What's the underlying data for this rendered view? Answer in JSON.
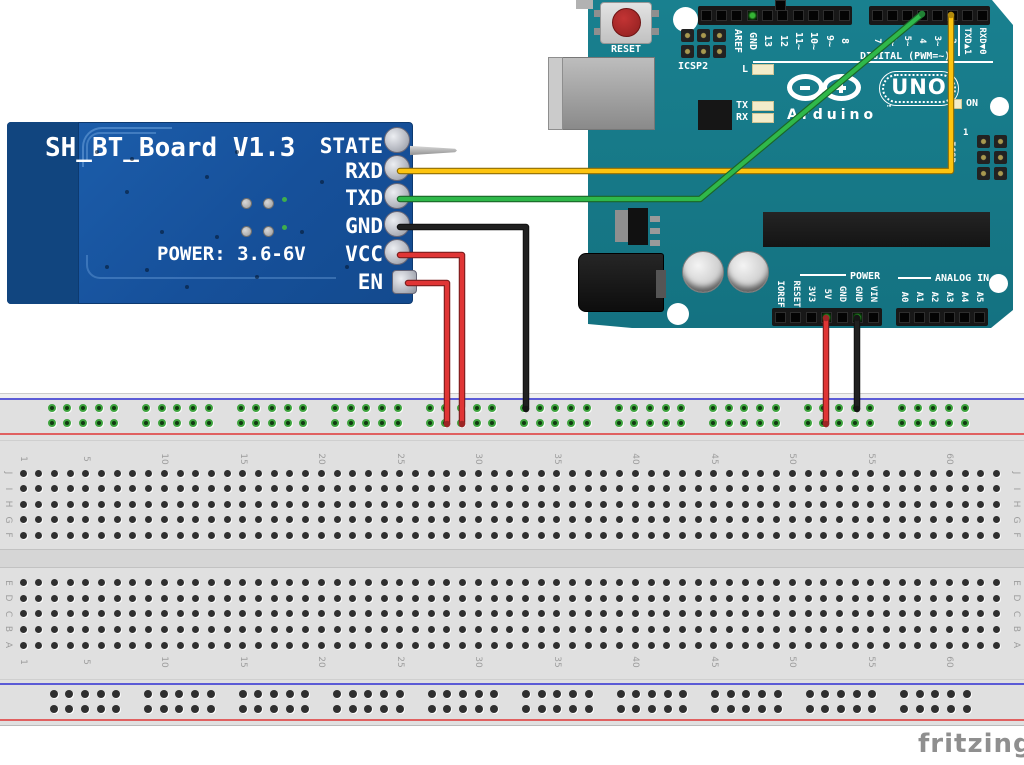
{
  "bt_module": {
    "title": "SH_BT_Board V1.3",
    "power_label": "POWER: 3.6-6V",
    "pins": [
      "STATE",
      "RXD",
      "TXD",
      "GND",
      "VCC",
      "EN"
    ]
  },
  "arduino": {
    "reset_label": "RESET",
    "icsp2_label": "ICSP2",
    "icsp_label": "ICSP",
    "icsp_pin1_label": "1",
    "digital_caption": "DIGITAL (PWM=~)",
    "digital_left_labels": [
      "AREF",
      "GND",
      "13",
      "12",
      "11~",
      "10~",
      "9~",
      "8"
    ],
    "digital_right_labels": [
      "7",
      "6~",
      "5~",
      "4",
      "3~",
      "2",
      "TXD▲1",
      "RXD▼0"
    ],
    "led_labels": {
      "l": "L",
      "tx": "TX",
      "rx": "RX",
      "on": "ON"
    },
    "brand": "Arduino",
    "brand_tm": "™",
    "model": "UNO",
    "power_caption": "POWER",
    "power_labels": [
      "IOREF",
      "RESET",
      "3V3",
      "5V",
      "GND",
      "GND",
      "VIN"
    ],
    "analog_caption": "ANALOG IN",
    "analog_labels": [
      "A0",
      "A1",
      "A2",
      "A3",
      "A4",
      "A5"
    ]
  },
  "breadboard": {
    "column_numbers": [
      1,
      5,
      10,
      15,
      20,
      25,
      30,
      35,
      40,
      45,
      50,
      55,
      60
    ],
    "row_letters_top": [
      "J",
      "I",
      "H",
      "G",
      "F"
    ],
    "row_letters_bottom": [
      "E",
      "D",
      "C",
      "B",
      "A"
    ],
    "columns": 63,
    "power_rail_groups": 10,
    "holes_per_group": 5,
    "negative_line_color": "#5b5bd6",
    "positive_line_color": "#e06060",
    "connected_ring_color": "#3da33d"
  },
  "wires": [
    {
      "id": "bt-rxd-to-d2",
      "color": "#fdc40f",
      "from": "BT RXD",
      "to": "Arduino D2"
    },
    {
      "id": "bt-txd-to-d4",
      "color": "#2fb84a",
      "from": "BT TXD",
      "to": "Arduino D4"
    },
    {
      "id": "bt-gnd-to-rail",
      "color": "#202020",
      "from": "BT GND",
      "to": "breadboard negative rail"
    },
    {
      "id": "bt-vcc-to-rail",
      "color": "#e03535",
      "from": "BT VCC",
      "to": "breadboard positive rail"
    },
    {
      "id": "bt-en-to-rail",
      "color": "#e03535",
      "from": "BT EN",
      "to": "breadboard positive rail"
    },
    {
      "id": "uno-5v-to-rail",
      "color": "#e03535",
      "from": "Arduino 5V",
      "to": "breadboard positive rail"
    },
    {
      "id": "uno-gnd-to-rail",
      "color": "#202020",
      "from": "Arduino GND",
      "to": "breadboard negative rail"
    }
  ],
  "watermark": "fritzing"
}
